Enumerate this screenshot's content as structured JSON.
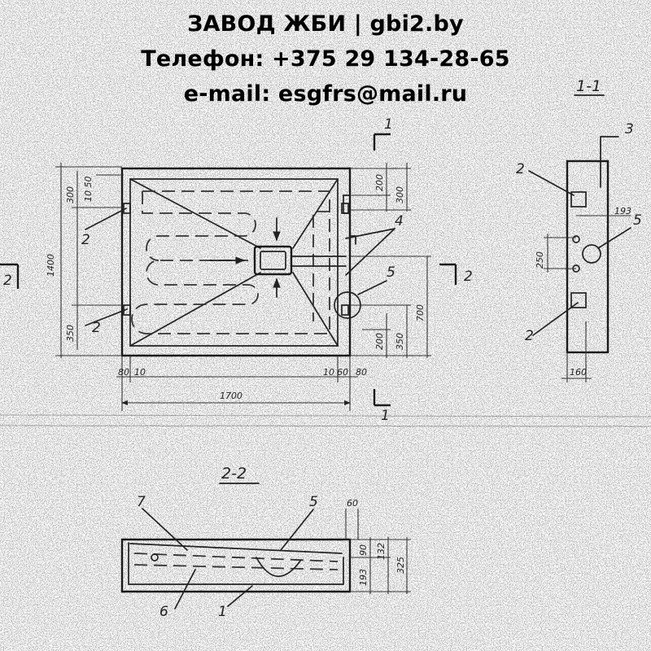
{
  "header": {
    "line1": "ЗАВОД ЖБИ | gbi2.by",
    "line2": "Телефон: +375 29 134-28-65",
    "line3": "e-mail: esgfrs@mail.ru"
  },
  "plan": {
    "dim_width": "1700",
    "dim_height": "1400",
    "dim_left_top": "300",
    "dim_left_top_small": "10 50",
    "dim_left_bottom": "350",
    "dim_right_top_a": "200",
    "dim_right_top_b": "300",
    "dim_right_bot_a": "200",
    "dim_right_bot_b": "350",
    "dim_right_700": "700",
    "dim_bot_left_a": "80",
    "dim_bot_left_b": "10",
    "dim_bot_right_a": "10",
    "dim_bot_right_b": "60",
    "dim_bot_right_c": "80",
    "callout_2_upper": "2",
    "callout_2_lower": "2",
    "callout_4": "4",
    "callout_5": "5",
    "cut_1_top": "1",
    "cut_1_bottom": "1",
    "cut_2_left": "2",
    "cut_2_right": "2"
  },
  "section_1_1": {
    "title": "1-1",
    "callout_3": "3",
    "callout_2_top": "2",
    "callout_2_bottom": "2",
    "callout_5": "5",
    "dim_193": "193",
    "dim_250": "250",
    "dim_160": "160"
  },
  "section_2_2": {
    "title": "2-2",
    "callout_7": "7",
    "callout_5": "5",
    "callout_6": "6",
    "callout_1": "1",
    "dim_60": "60",
    "dim_90": "90",
    "dim_132": "132",
    "dim_325": "325",
    "dim_193": "193"
  }
}
